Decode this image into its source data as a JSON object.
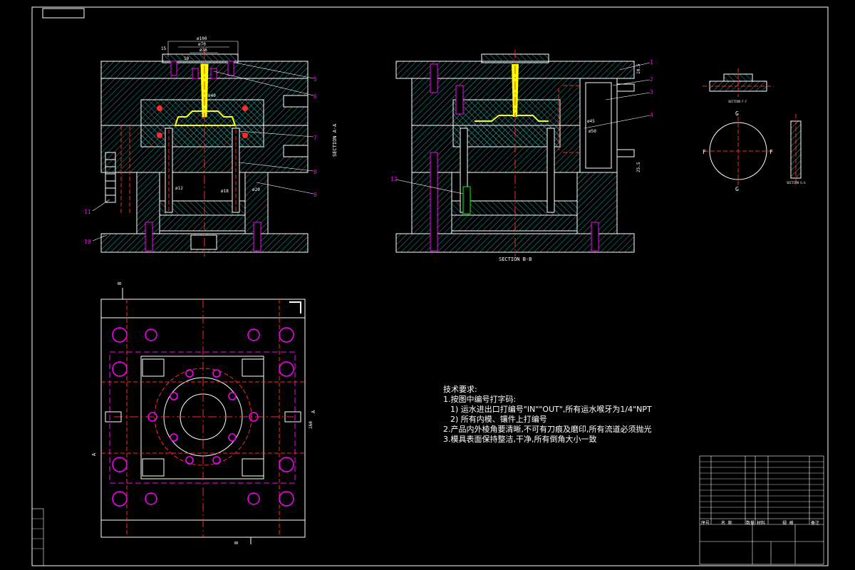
{
  "drawing": {
    "section_aa_label": "SECTION A-A",
    "section_bb_label": "SECTION B-B",
    "dims_top": [
      "ø100",
      "ø70",
      "ø36",
      "15",
      "10"
    ],
    "dims_aa": [
      "ø12",
      "ø18",
      "ø20",
      "ø40"
    ],
    "dims_bb": [
      "ø50",
      "ø45",
      "25.5",
      "10.5"
    ],
    "dims_plan": [
      "160"
    ],
    "balloons_aa": [
      "5",
      "6",
      "7",
      "8",
      "9",
      "11",
      "10"
    ],
    "balloons_bb": [
      "1",
      "2",
      "3",
      "4",
      "12"
    ],
    "detail_labels": [
      "F",
      "F",
      "G",
      "G"
    ],
    "detail_caption_1": "SECTION F-F",
    "detail_caption_2": "SECTION G-G",
    "cut_marks": [
      "B",
      "B",
      "A",
      "A"
    ]
  },
  "tech_notes": {
    "heading": "技术要求:",
    "lines": [
      "1.按图中编号打字码:",
      "  1) 运水进出口打编号\"IN\"\"OUT\",所有运水喉牙为1/4\"NPT",
      "  2) 所有内模、镶件上打编号",
      "2.产品内外棱角要清晰,不可有刀痕及磨印,所有流道必须抛光",
      "3.模具表面保持整洁,干净,所有倒角大小一致"
    ]
  },
  "title_block": {
    "header": [
      "序号",
      "名 称",
      "数量",
      "材料",
      "规 格",
      "备注"
    ]
  },
  "colors": {
    "background": "#000000",
    "line": "#ffffff",
    "hatch": "#2fa7a4",
    "center": "#ff2a2a",
    "magenta": "#ff00ff",
    "yellow": "#ffff00",
    "green": "#00ff00"
  }
}
